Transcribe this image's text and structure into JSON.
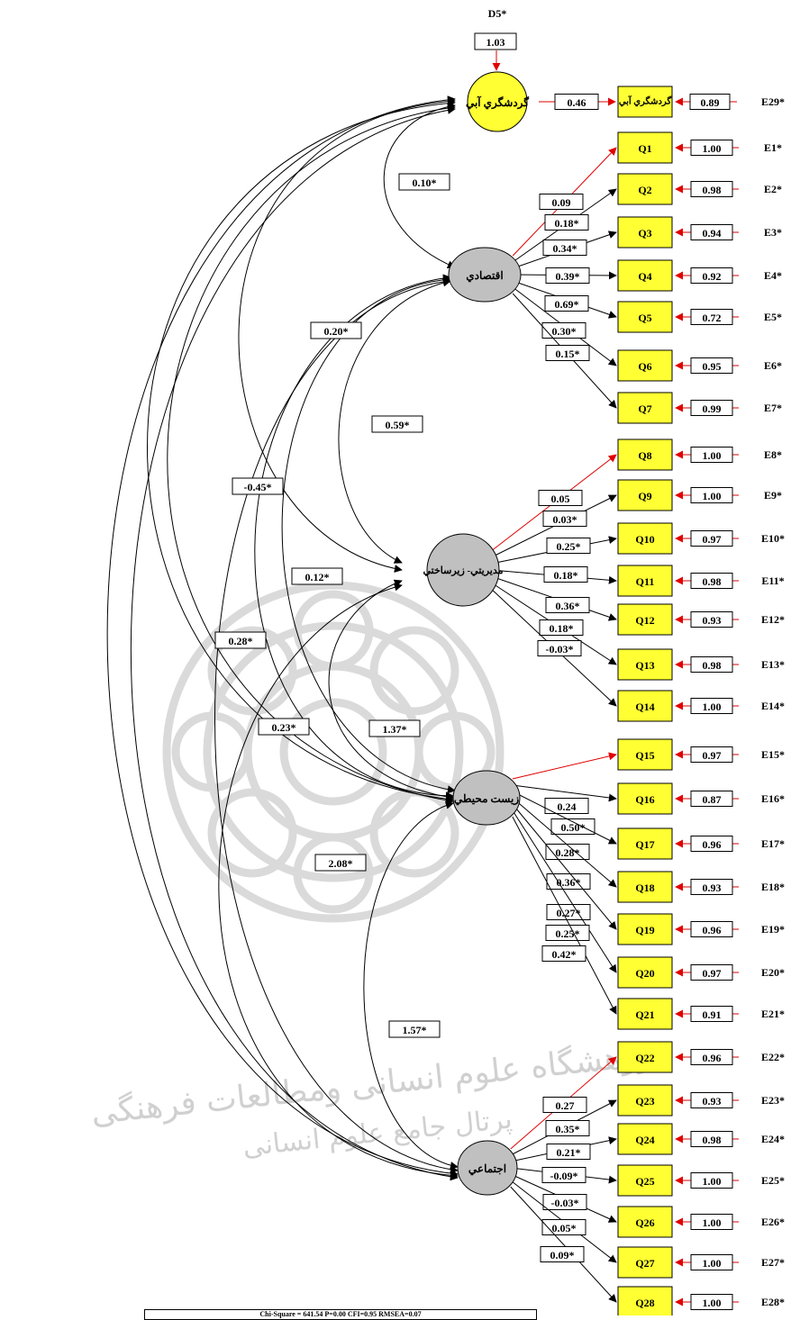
{
  "latents": [
    {
      "id": "L0",
      "label": "گردشگري آبي",
      "fill": "#ffff33"
    },
    {
      "id": "L1",
      "label": "اقتصادي",
      "fill": "#c0c0c0"
    },
    {
      "id": "L2",
      "label": "مديريتي- زيرساختي",
      "fill": "#c0c0c0"
    },
    {
      "id": "L3",
      "label": "زيست محيطي",
      "fill": "#c0c0c0"
    },
    {
      "id": "L4",
      "label": "اجتماعي",
      "fill": "#c0c0c0"
    }
  ],
  "disturbance": {
    "label": "D5*",
    "value": "1.03"
  },
  "water_tourism_indicator": {
    "label": "گردشگري آبي",
    "loading": "0.46",
    "error_value": "0.89",
    "error_label": "E29*"
  },
  "indicators": [
    {
      "label": "Q1",
      "loading": "0.09",
      "error_value": "1.00",
      "error_label": "E1*"
    },
    {
      "label": "Q2",
      "loading": "0.18*",
      "error_value": "0.98",
      "error_label": "E2*"
    },
    {
      "label": "Q3",
      "loading": "0.34*",
      "error_value": "0.94",
      "error_label": "E3*"
    },
    {
      "label": "Q4",
      "loading": "0.39*",
      "error_value": "0.92",
      "error_label": "E4*"
    },
    {
      "label": "Q5",
      "loading": "0.69*",
      "error_value": "0.72",
      "error_label": "E5*"
    },
    {
      "label": "Q6",
      "loading": "0.30*",
      "error_value": "0.95",
      "error_label": "E6*"
    },
    {
      "label": "Q7",
      "loading": "0.15*",
      "error_value": "0.99",
      "error_label": "E7*"
    },
    {
      "label": "Q8",
      "loading": "0.05",
      "error_value": "1.00",
      "error_label": "E8*"
    },
    {
      "label": "Q9",
      "loading": "0.03*",
      "error_value": "1.00",
      "error_label": "E9*"
    },
    {
      "label": "Q10",
      "loading": "0.25*",
      "error_value": "0.97",
      "error_label": "E10*"
    },
    {
      "label": "Q11",
      "loading": "0.18*",
      "error_value": "0.98",
      "error_label": "E11*"
    },
    {
      "label": "Q12",
      "loading": "0.36*",
      "error_value": "0.93",
      "error_label": "E12*"
    },
    {
      "label": "Q13",
      "loading": "0.18*",
      "error_value": "0.98",
      "error_label": "E13*"
    },
    {
      "label": "Q14",
      "loading": "-0.03*",
      "error_value": "1.00",
      "error_label": "E14*"
    },
    {
      "label": "Q15",
      "loading": "0.24",
      "error_value": "0.97",
      "error_label": "E15*"
    },
    {
      "label": "Q16",
      "loading": "0.50*",
      "error_value": "0.87",
      "error_label": "E16*"
    },
    {
      "label": "Q17",
      "loading": "0.28*",
      "error_value": "0.96",
      "error_label": "E17*"
    },
    {
      "label": "Q18",
      "loading": "0.36*",
      "error_value": "0.93",
      "error_label": "E18*"
    },
    {
      "label": "Q19",
      "loading": "0.27*",
      "error_value": "0.96",
      "error_label": "E19*"
    },
    {
      "label": "Q20",
      "loading": "0.25*",
      "error_value": "0.97",
      "error_label": "E20*"
    },
    {
      "label": "Q21",
      "loading": "0.42*",
      "error_value": "0.91",
      "error_label": "E21*"
    },
    {
      "label": "Q22",
      "loading": "0.27",
      "error_value": "0.96",
      "error_label": "E22*"
    },
    {
      "label": "Q23",
      "loading": "0.35*",
      "error_value": "0.93",
      "error_label": "E23*"
    },
    {
      "label": "Q24",
      "loading": "0.21*",
      "error_value": "0.98",
      "error_label": "E24*"
    },
    {
      "label": "Q25",
      "loading": "-0.09*",
      "error_value": "1.00",
      "error_label": "E25*"
    },
    {
      "label": "Q26",
      "loading": "-0.03*",
      "error_value": "1.00",
      "error_label": "E26*"
    },
    {
      "label": "Q27",
      "loading": "0.05*",
      "error_value": "1.00",
      "error_label": "E27*"
    },
    {
      "label": "Q28",
      "loading": "0.09*",
      "error_value": "1.00",
      "error_label": "E28*"
    }
  ],
  "covariances": [
    {
      "id": "c01",
      "label": "0.10*"
    },
    {
      "id": "c12",
      "label": "0.59*"
    },
    {
      "id": "c02",
      "label": "-0.45*"
    },
    {
      "id": "c13",
      "label": "0.20*"
    },
    {
      "id": "c14",
      "label": "0.12*"
    },
    {
      "id": "c04",
      "label": "0.28*"
    },
    {
      "id": "c23",
      "label": "1.37*"
    },
    {
      "id": "c24",
      "label": "0.23*"
    },
    {
      "id": "c03",
      "label": "2.08*"
    },
    {
      "id": "c34",
      "label": "1.57*"
    }
  ],
  "watermark_text": "پژوهشگاه علوم انسانی ومطالعات فرهنگی",
  "watermark_text2": "پرتال جامع علوم انسانی",
  "footer": "Chi-Square = 641.54 P=0.00 CFI=0.95 RMSEA=0.07"
}
